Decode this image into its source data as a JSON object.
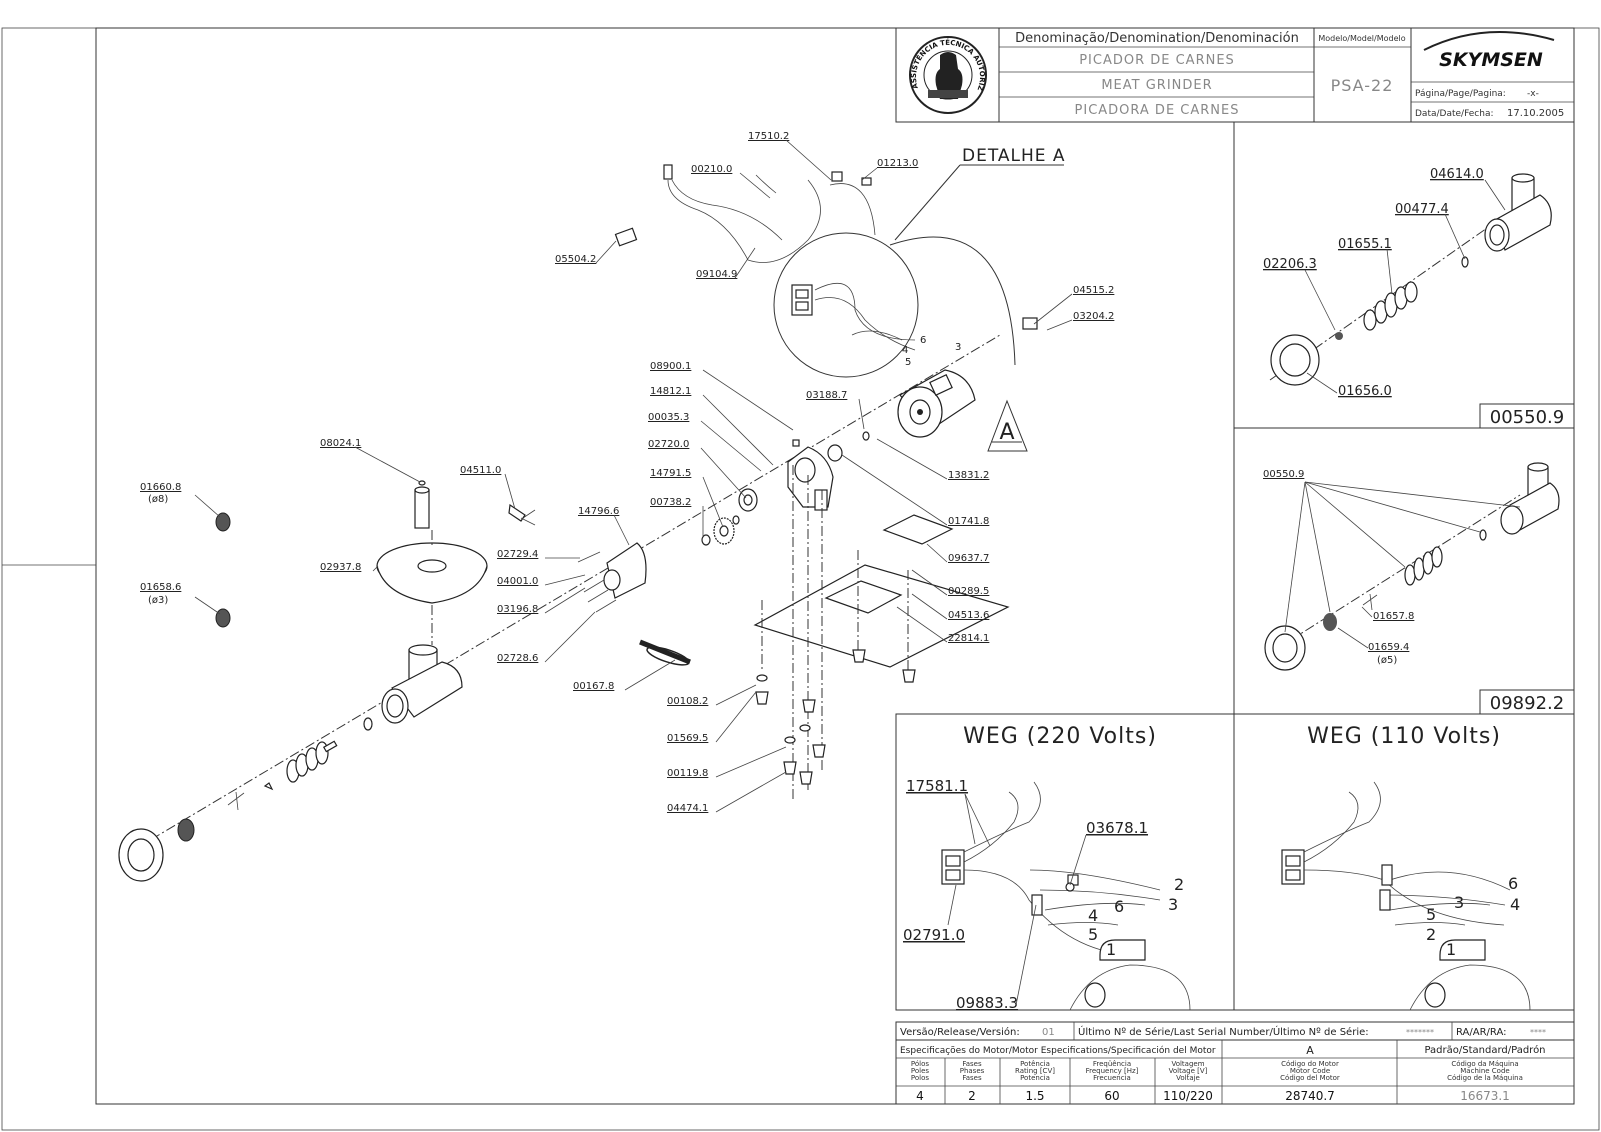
{
  "title_block": {
    "denomination_label": "Denominação/Denomination/Denominación",
    "name_pt": "PICADOR DE CARNES",
    "name_en": "MEAT GRINDER",
    "name_es": "PICADORA DE CARNES",
    "model_label": "Modelo/Model/Modelo",
    "model_value": "PSA-22",
    "brand": "SKYMSEN",
    "page_label": "Página/Page/Pagina:",
    "page_value": "-x-",
    "date_label": "Data/Date/Fecha:",
    "date_value": "17.10.2005",
    "seal_text": "ASSISTÊNCIA TÉCNICA AUTORIZADA"
  },
  "detail_label": "DETALHE A",
  "detail_marker": "A",
  "parts": {
    "p17510": "17510.2",
    "p01213": "01213.0",
    "p00210": "00210.0",
    "p05504": "05504.2",
    "p09104": "09104.9",
    "p04515": "04515.2",
    "p03204": "03204.2",
    "p08900": "08900.1",
    "p14812": "14812.1",
    "p00035": "00035.3",
    "p02720": "02720.0",
    "p14791": "14791.5",
    "p00738": "00738.2",
    "p03188": "03188.7",
    "p13831": "13831.2",
    "p01741": "01741.8",
    "p09637": "09637.7",
    "p00289": "00289.5",
    "p04513": "04513.6",
    "p22814": "22814.1",
    "p08024": "08024.1",
    "p04511": "04511.0",
    "p14796": "14796.6",
    "p01660": "01660.8",
    "p01660d": "(ø8)",
    "p02937": "02937.8",
    "p02729": "02729.4",
    "p04001": "04001.0",
    "p03196": "03196.8",
    "p02728": "02728.6",
    "p01658": "01658.6",
    "p01658d": "(ø3)",
    "p00167": "00167.8",
    "p00108": "00108.2",
    "p01569": "01569.5",
    "p00119": "00119.8",
    "p04474": "04474.1"
  },
  "kit_a": {
    "p04614": "04614.0",
    "p00477": "00477.4",
    "p01655": "01655.1",
    "p02206": "02206.3",
    "p01656": "01656.0",
    "kit_code": "00550.9"
  },
  "kit_b": {
    "p00550": "00550.9",
    "p01657": "01657.8",
    "p01659": "01659.4",
    "p01659d": "(ø5)",
    "kit_code": "09892.2"
  },
  "wiring_220": {
    "title": "WEG (220 Volts)",
    "p17581": "17581.1",
    "p03678": "03678.1",
    "p02791": "02791.0",
    "p09883": "09883.3",
    "wires": [
      "2",
      "6",
      "3",
      "4",
      "5",
      "1"
    ]
  },
  "wiring_110": {
    "title": "WEG (110 Volts)",
    "wires": [
      "6",
      "3",
      "4",
      "5",
      "2",
      "1"
    ]
  },
  "footer": {
    "version_label": "Versão/Release/Versión:",
    "version_value": "01",
    "serial_label": "Último Nº de Série/Last Serial Number/Último Nº de Série:",
    "serial_value": "*******",
    "ra_label": "RA/AR/RA:",
    "ra_value": "****",
    "motor_spec_label": "Especificações do Motor/Motor Especifications/Specificación del Motor",
    "motor_code_header": "A",
    "standard_header": "Padrão/Standard/Padrón",
    "col_poles": [
      "Pólos",
      "Poles",
      "Polos"
    ],
    "col_phases": [
      "Fases",
      "Phases",
      "Fases"
    ],
    "col_power": [
      "Potência",
      "Rating [CV]",
      "Potencia"
    ],
    "col_freq": [
      "Freqüência",
      "Frequency [Hz]",
      "Frecuencia"
    ],
    "col_voltage": [
      "Voltagem",
      "Voltage [V]",
      "Voltaje"
    ],
    "col_motor_code": [
      "Código do Motor",
      "Motor Code",
      "Código del Motor"
    ],
    "col_machine_code": [
      "Código da Máquina",
      "Machine Code",
      "Código de la Máquina"
    ],
    "v_poles": "4",
    "v_phases": "2",
    "v_power": "1.5",
    "v_freq": "60",
    "v_voltage": "110/220",
    "v_motor_code": "28740.7",
    "v_machine_code": "16673.1"
  }
}
